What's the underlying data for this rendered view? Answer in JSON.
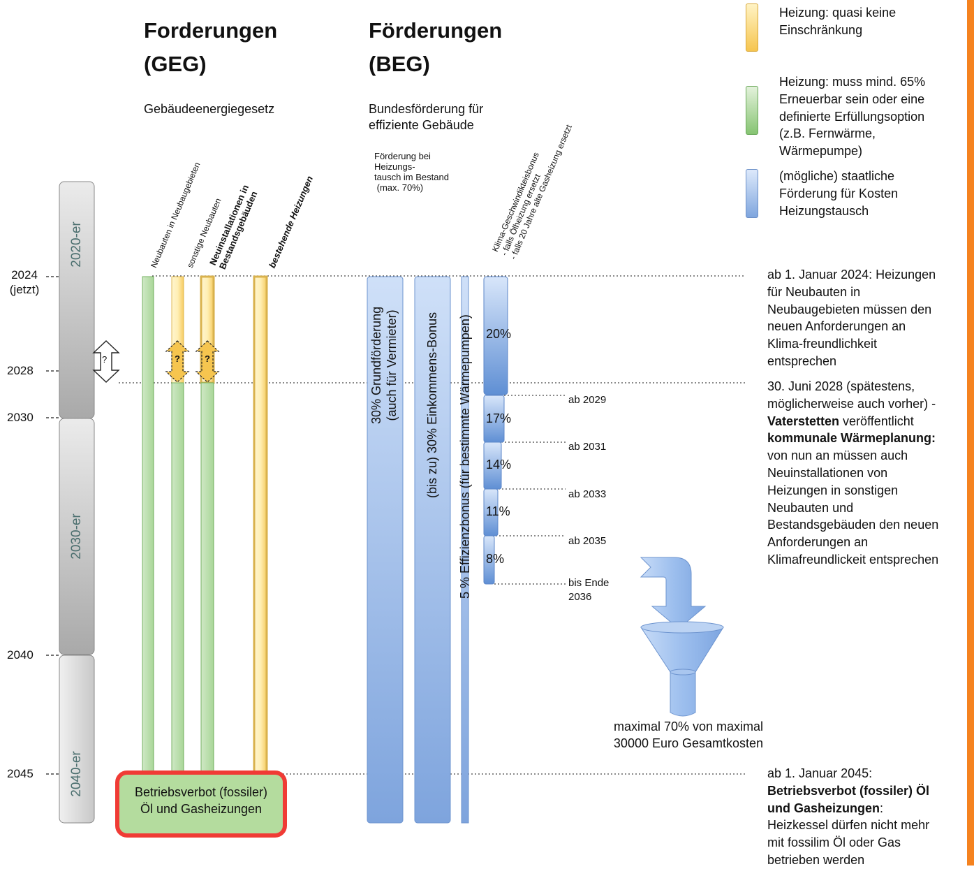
{
  "headers": {
    "geg_title_1": "Forderungen",
    "geg_title_2": "(GEG)",
    "geg_sub": "Gebäudeenergiegesetz",
    "beg_title_1": "Förderungen",
    "beg_title_2": "(BEG)",
    "beg_sub_1": "Bundesförderung für",
    "beg_sub_2": "effiziente Gebäude",
    "beg_note_1": "Förderung bei",
    "beg_note_2": "Heizungs-",
    "beg_note_3": "tausch im Bestand",
    "beg_note_4": " (max. 70%)"
  },
  "legend": {
    "items": [
      {
        "color_top": "#fff3c4",
        "color_bottom": "#f6c54f",
        "lines": [
          "Heizung: quasi keine",
          "Einschränkung"
        ]
      },
      {
        "color_top": "#e4f2dc",
        "color_bottom": "#86c472",
        "lines": [
          "Heizung: muss mind. 65%",
          "Erneuerbar sein oder eine",
          "definierte Erfüllungsoption",
          "(z.B. Fernwärme,",
          "Wärmepumpe)"
        ]
      },
      {
        "color_top": "#dde9fb",
        "color_bottom": "#7fa6de",
        "lines": [
          "(mögliche) staatliche",
          "Förderung für Kosten",
          "Heizungstausch"
        ]
      }
    ]
  },
  "timeline": {
    "years": [
      "2024",
      "(jetzt)",
      "2028",
      "2030",
      "2040",
      "2045"
    ],
    "decades": [
      "2020-er",
      "2030-er",
      "2040-er"
    ]
  },
  "geg_columns": {
    "col1": "Neubauten in Neubaugebieten",
    "col2": "sonstige Neubauten",
    "col3_1": "Neuinstallationen in",
    "col3_2": "Bestandsgebäuden",
    "col4": "bestehende Heizungen",
    "uncertain_mark": "?"
  },
  "beg_columns": {
    "bar1_1": "30% Grundförderung",
    "bar1_2": "(auch für Vermieter)",
    "bar2": "(bis zu) 30% Einkommens-Bonus",
    "bar3": "5 % Effizienzbonus (für bestimmte Wärmepumpen)",
    "klima_1": "Klima-Geschwindikteisbonus",
    "klima_2": "- falls Ölheizung ersetzt",
    "klima_3": "- falls 20 Jahre alte Gasheizung ersetzt",
    "steps": [
      {
        "value": "20%",
        "label": ""
      },
      {
        "value": "17%",
        "label": "ab 2029"
      },
      {
        "value": "14%",
        "label": "ab 2031"
      },
      {
        "value": "11%",
        "label": "ab 2033"
      },
      {
        "value": "8%",
        "label": "ab 2035"
      }
    ],
    "end_label_1": "bis Ende",
    "end_label_2": "2036"
  },
  "funnel": {
    "caption_1": "maximal 70% von maximal",
    "caption_2": "30000 Euro Gesamtkosten"
  },
  "ban_box": {
    "line1": "Betriebsverbot (fossiler)",
    "line2": "Öl und Gasheizungen"
  },
  "notes": {
    "n2024": [
      "ab 1. Januar 2024: Heizungen",
      "für Neubauten in",
      "Neubaugebieten müssen den",
      "neuen Anforderungen an",
      "Klima-freundlichkeit",
      "entsprechen"
    ],
    "n2028_1": "30. Juni 2028 (spätestens,",
    "n2028_2": "möglicherweise auch vorher) -",
    "n2028_3": "Vaterstetten",
    "n2028_4": " veröffentlicht",
    "n2028_5": "kommunale Wärmeplanung:",
    "n2028_rest": [
      "von nun an müssen auch",
      "Neuinstallationen von",
      "Heizungen in sonstigen",
      "Neubauten und",
      "Bestandsgebäuden den neuen",
      "Anforderungen an",
      "Klimafreundlickeit entsprechen"
    ],
    "n2045_1": "ab 1. Januar 2045:",
    "n2045_2": "Betriebsverbot (fossiler) Öl",
    "n2045_3": "und Gasheizungen",
    "n2045_4": ":",
    "n2045_rest": [
      "Heizkessel dürfen nicht mehr",
      "mit fossilim Öl oder Gas",
      "betrieben werden"
    ]
  }
}
